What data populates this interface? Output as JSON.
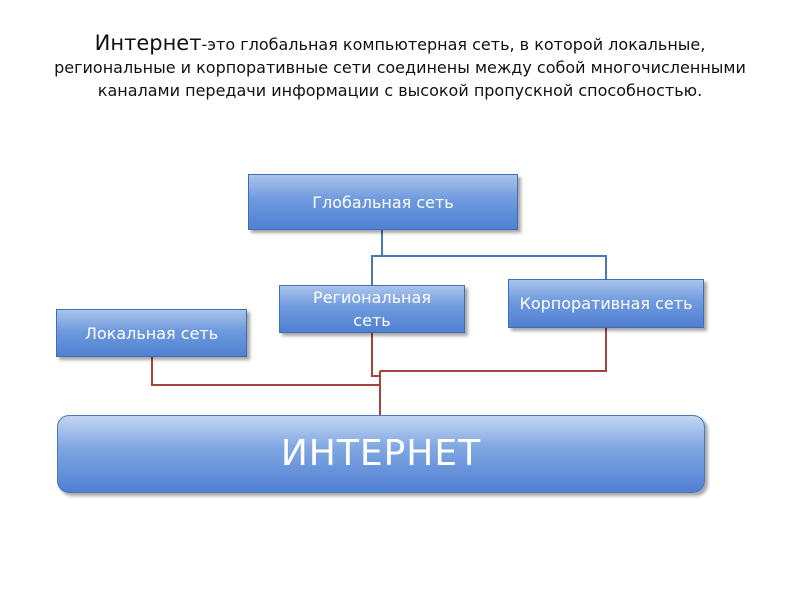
{
  "definition": {
    "lead": "Интернет",
    "rest": "-это глобальная компьютерная сеть, в которой локальные, региональные и корпоративные сети соединены между собой многочисленными каналами передачи информации с высокой пропускной способностью."
  },
  "nodes": {
    "global": "Глобальная сеть",
    "regional": "Региональная сеть",
    "corporate": "Корпоративная сеть",
    "local": "Локальная сеть",
    "internet": "ИНТЕРНЕТ"
  },
  "colors": {
    "box_border": "#3f6fb3",
    "box_top": "#a9c4ec",
    "box_bottom": "#4f80d2",
    "line_blue": "#4a78bd",
    "line_red": "#a8423f"
  }
}
